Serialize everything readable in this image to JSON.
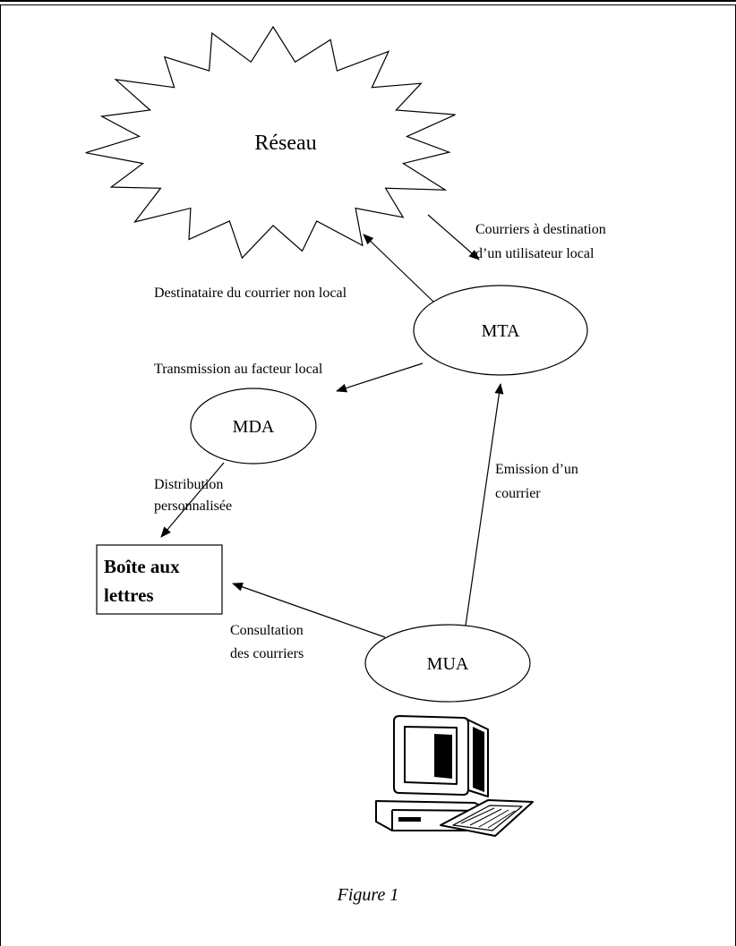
{
  "network": {
    "label": "Réseau",
    "icon": "starburst-network-icon"
  },
  "nodes": {
    "mta": "MTA",
    "mda": "MDA",
    "mua": "MUA",
    "mailbox": [
      "Boîte aux",
      "lettres"
    ]
  },
  "edges": {
    "local_mail": [
      "Courriers à destination",
      "d’un utilisateur local"
    ],
    "non_local": "Destinataire du courrier non local",
    "transmission": "Transmission au facteur local",
    "distribution": [
      "Distribution",
      "personnalisée"
    ],
    "emission": [
      "Emission d’un",
      "courrier"
    ],
    "consultation": [
      "Consultation",
      "des courriers"
    ]
  },
  "computer_icon": "computer-icon",
  "caption": "Figure 1"
}
